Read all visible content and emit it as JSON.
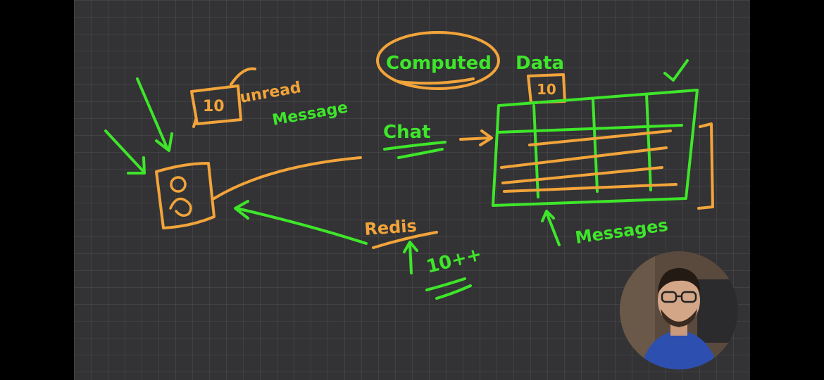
{
  "labels": {
    "unread_count": "10",
    "unread_line1": "unread",
    "unread_line2": "Message",
    "computed": "Computed",
    "data": "Data",
    "data_count": "10",
    "chat": "Chat",
    "redis": "Redis",
    "increment": "10++",
    "messages": "Messages"
  },
  "colors": {
    "board": "#333335",
    "green_ink": "#3ee62a",
    "orange_ink": "#f2a43a"
  },
  "icons": {
    "user": "user-icon",
    "presenter": "presenter-webcam"
  }
}
